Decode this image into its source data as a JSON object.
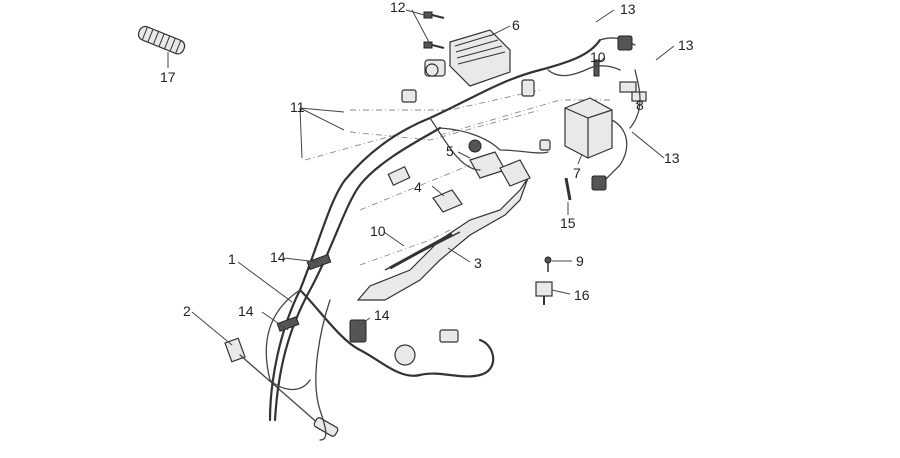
{
  "callouts": [
    {
      "id": "c1",
      "label": "1"
    },
    {
      "id": "c2",
      "label": "2"
    },
    {
      "id": "c3",
      "label": "3"
    },
    {
      "id": "c4",
      "label": "4"
    },
    {
      "id": "c5",
      "label": "5"
    },
    {
      "id": "c6",
      "label": "6"
    },
    {
      "id": "c7",
      "label": "7"
    },
    {
      "id": "c8",
      "label": "8"
    },
    {
      "id": "c9",
      "label": "9"
    },
    {
      "id": "c10a",
      "label": "10"
    },
    {
      "id": "c10b",
      "label": "10"
    },
    {
      "id": "c11",
      "label": "11"
    },
    {
      "id": "c12",
      "label": "12"
    },
    {
      "id": "c13a",
      "label": "13"
    },
    {
      "id": "c13b",
      "label": "13"
    },
    {
      "id": "c13c",
      "label": "13"
    },
    {
      "id": "c14a",
      "label": "14"
    },
    {
      "id": "c14b",
      "label": "14"
    },
    {
      "id": "c14c",
      "label": "14"
    },
    {
      "id": "c15",
      "label": "15"
    },
    {
      "id": "c16",
      "label": "16"
    },
    {
      "id": "c17",
      "label": "17"
    }
  ]
}
